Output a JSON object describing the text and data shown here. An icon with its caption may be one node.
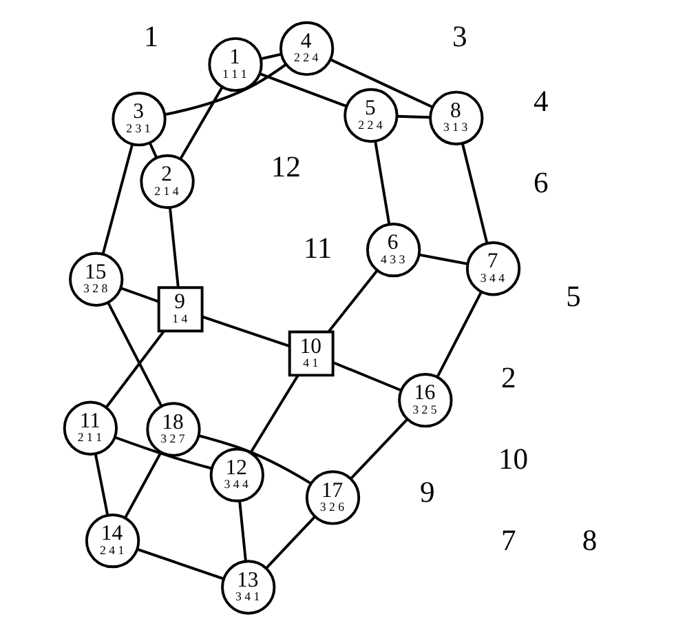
{
  "diagram": {
    "nodes": [
      {
        "text": [
          "11",
          "2",
          "1",
          "1"
        ]
      },
      {
        "text": [
          "12",
          "3",
          "4",
          "4"
        ]
      },
      {
        "text": [
          "14",
          "2",
          "4",
          "1"
        ]
      },
      {
        "text": [
          "13",
          "3",
          "4",
          "1"
        ]
      },
      {
        "text": [
          "9",
          "1",
          "4"
        ]
      },
      {
        "text": [
          "10",
          "4",
          "1"
        ]
      },
      {
        "text": [
          "18",
          "3",
          "2",
          "7"
        ]
      },
      {
        "text": [
          "17",
          "3",
          "2",
          "6"
        ]
      },
      {
        "text": [
          "2",
          "2",
          "1",
          "4"
        ]
      },
      {
        "text": [
          "6",
          "4",
          "3",
          "3"
        ]
      },
      {
        "text": [
          "3",
          "2",
          "3",
          "1"
        ]
      },
      {
        "text": [
          "15",
          "3",
          "2",
          "8"
        ]
      },
      {
        "text": [
          "16",
          "3",
          "2",
          "5"
        ]
      },
      {
        "text": [
          "7",
          "3",
          "4",
          "4"
        ]
      },
      {
        "text": [
          "4",
          "2",
          "2",
          "4"
        ]
      },
      {
        "text": [
          "8",
          "3",
          "1",
          "3"
        ]
      },
      {
        "text": [
          "1",
          "1",
          "1",
          "1"
        ]
      },
      {
        "text": [
          "5",
          "2",
          "2",
          "4"
        ]
      }
    ],
    "edges": [
      {
        "from": 16,
        "to": 8,
        "arrow": "none"
      },
      {
        "from": 16,
        "to": 14,
        "arrow": "none"
      },
      {
        "from": 16,
        "to": 17,
        "arrow": "none"
      },
      {
        "from": 8,
        "to": 10,
        "arrow": "none"
      },
      {
        "from": 8,
        "to": 4,
        "arrow": "none"
      },
      {
        "from": 10,
        "to": 14,
        "arrow": "none"
      },
      {
        "from": 10,
        "to": 11,
        "arrow": "none"
      },
      {
        "from": 14,
        "to": 15,
        "arrow": "none"
      },
      {
        "from": 17,
        "to": 15,
        "arrow": "none"
      },
      {
        "from": 17,
        "to": 9,
        "arrow": "none"
      },
      {
        "from": 9,
        "to": 13,
        "arrow": "none"
      },
      {
        "from": 9,
        "to": 5,
        "arrow": "none"
      },
      {
        "from": 13,
        "to": 15,
        "arrow": "none"
      },
      {
        "from": 13,
        "to": 12,
        "arrow": "none"
      },
      {
        "from": 4,
        "to": 0,
        "arrow": "none"
      },
      {
        "from": 4,
        "to": 11,
        "arrow": "none"
      },
      {
        "from": 4,
        "to": 5,
        "arrow": "none"
      },
      {
        "from": 5,
        "to": 1,
        "arrow": "none"
      },
      {
        "from": 5,
        "to": 12,
        "arrow": "none"
      },
      {
        "from": 0,
        "to": 1,
        "arrow": "none"
      },
      {
        "from": 0,
        "to": 2,
        "arrow": "none"
      },
      {
        "from": 1,
        "to": 3,
        "arrow": "none"
      },
      {
        "from": 3,
        "to": 2,
        "arrow": "none"
      },
      {
        "from": 3,
        "to": 7,
        "arrow": "none"
      },
      {
        "from": 2,
        "to": 6,
        "arrow": "none"
      },
      {
        "from": 11,
        "to": 6,
        "arrow": "none"
      },
      {
        "from": 12,
        "to": 7,
        "arrow": "none"
      },
      {
        "from": 7,
        "to": 6,
        "arrow": "none"
      }
    ],
    "labels": [
      "11",
      "12",
      "2",
      "9",
      "6",
      "4",
      "5",
      "3",
      "1",
      "10",
      "7",
      "8"
    ]
  }
}
